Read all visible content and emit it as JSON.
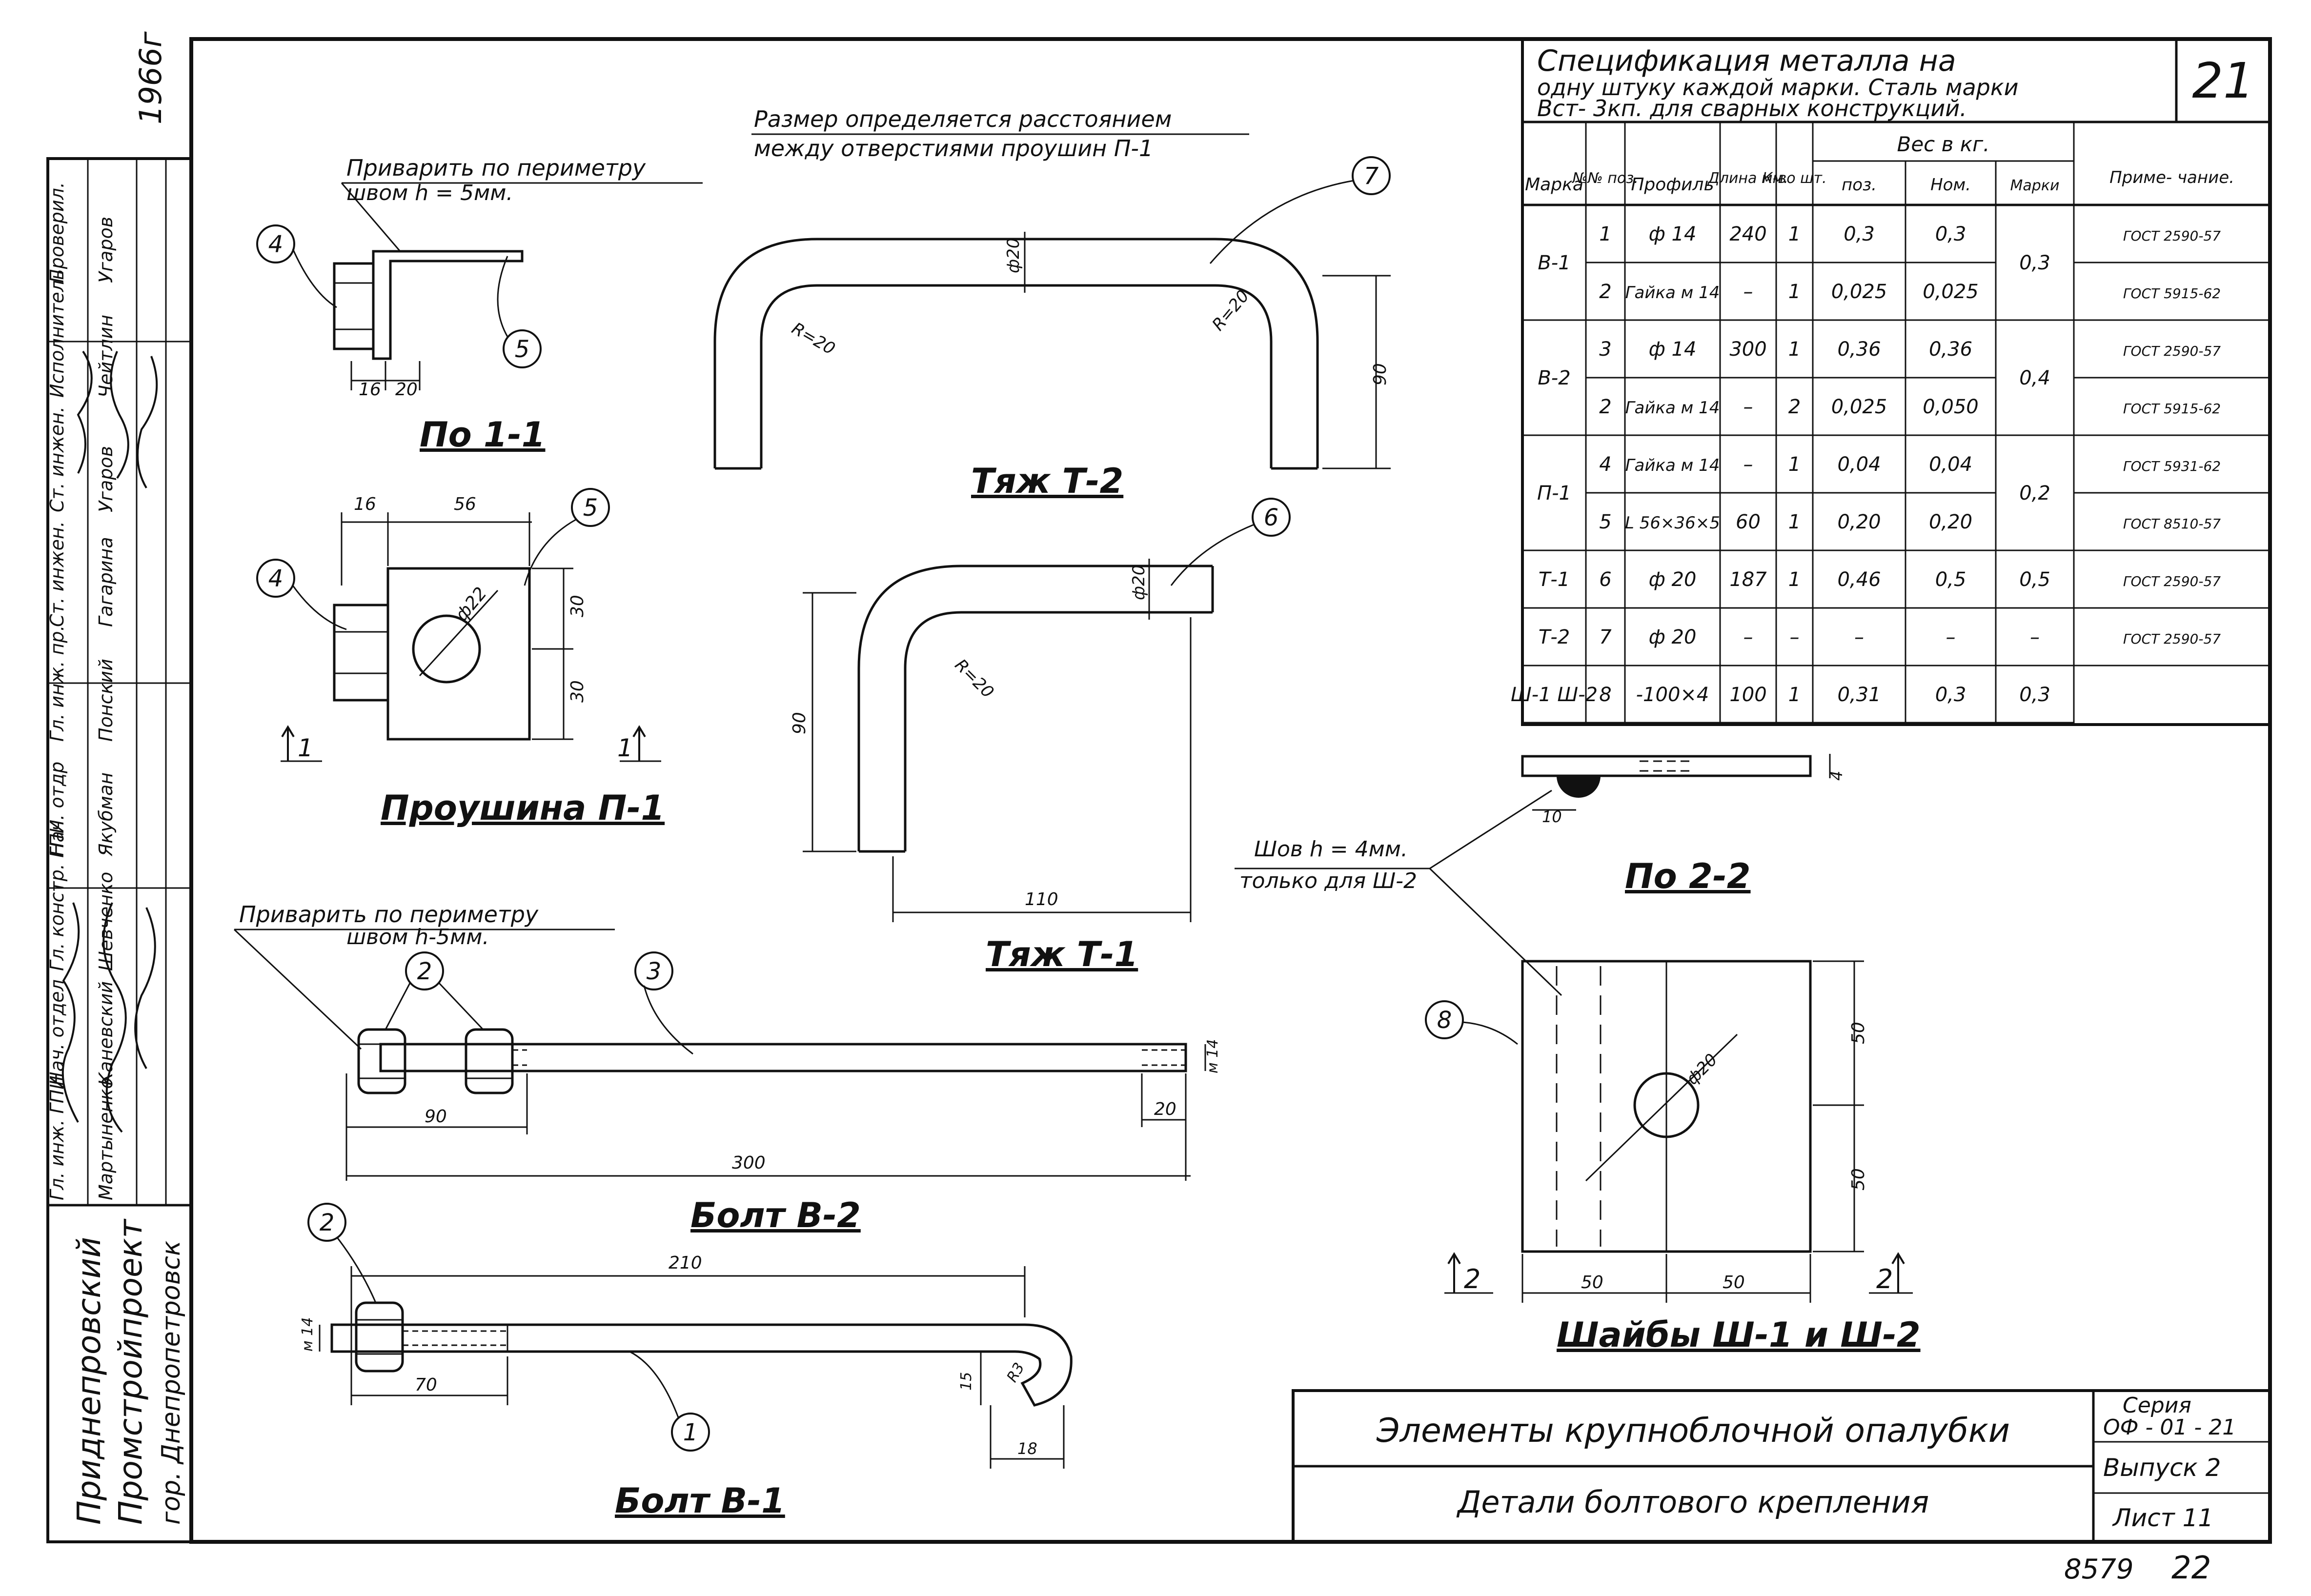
{
  "sheet_number": "21",
  "year_mark": "1966г",
  "footer_numbers": [
    "8579",
    "22"
  ],
  "spec": {
    "title_lines": [
      "Спецификация  металла  на",
      "одну штуку каждой марки. Сталь марки",
      "Вст- 3кп. для сварных  конструкций."
    ],
    "headers": {
      "mark": "Марка",
      "pos": "№№ поз.",
      "profile": "Профиль",
      "length": "Длина мм.",
      "qty": "К-во шт.",
      "weight": "Вес в кг.",
      "w_pos": "поз.",
      "w_nom": "Ном.",
      "w_mark": "Марки",
      "note": "Приме- чание."
    },
    "rows": [
      {
        "mark": "В-1",
        "pos": "1",
        "profile": "ф 14",
        "length": "240",
        "qty": "1",
        "w_pos": "0,3",
        "w_nom": "0,3",
        "w_mark": "0,3",
        "note": "ГОСТ 2590-57"
      },
      {
        "mark": "",
        "pos": "2",
        "profile": "Гайка м 14",
        "length": "–",
        "qty": "1",
        "w_pos": "0,025",
        "w_nom": "0,025",
        "w_mark": "",
        "note": "ГОСТ 5915-62"
      },
      {
        "mark": "В-2",
        "pos": "3",
        "profile": "ф 14",
        "length": "300",
        "qty": "1",
        "w_pos": "0,36",
        "w_nom": "0,36",
        "w_mark": "0,4",
        "note": "ГОСТ 2590-57"
      },
      {
        "mark": "",
        "pos": "2",
        "profile": "Гайка м 14",
        "length": "–",
        "qty": "2",
        "w_pos": "0,025",
        "w_nom": "0,050",
        "w_mark": "",
        "note": "ГОСТ 5915-62"
      },
      {
        "mark": "П-1",
        "pos": "4",
        "profile": "Гайка м 14",
        "length": "–",
        "qty": "1",
        "w_pos": "0,04",
        "w_nom": "0,04",
        "w_mark": "0,2",
        "note": "ГОСТ 5931-62"
      },
      {
        "mark": "",
        "pos": "5",
        "profile": "L 56×36×5",
        "length": "60",
        "qty": "1",
        "w_pos": "0,20",
        "w_nom": "0,20",
        "w_mark": "",
        "note": "ГОСТ 8510-57"
      },
      {
        "mark": "Т-1",
        "pos": "6",
        "profile": "ф 20",
        "length": "187",
        "qty": "1",
        "w_pos": "0,46",
        "w_nom": "0,5",
        "w_mark": "0,5",
        "note": "ГОСТ 2590-57"
      },
      {
        "mark": "Т-2",
        "pos": "7",
        "profile": "ф 20",
        "length": "–",
        "qty": "–",
        "w_pos": "–",
        "w_nom": "–",
        "w_mark": "–",
        "note": "ГОСТ 2590-57"
      },
      {
        "mark": "Ш-1 Ш-2",
        "pos": "8",
        "profile": "-100×4",
        "length": "100",
        "qty": "1",
        "w_pos": "0,31",
        "w_nom": "0,3",
        "w_mark": "0,3",
        "note": ""
      }
    ]
  },
  "stamp_left": {
    "org_lines": [
      "Приднепровский",
      "Промстройпроект",
      "гор. Днепропетровск"
    ],
    "roles": [
      "Гл. инж. ГПИ",
      "Нач. отдел",
      "Гл. констр. ГПИ",
      "Нач. отдр",
      "Гл. инж. пр.",
      "Ст. инжен.",
      "Ст. инжен.",
      "Исполнитель",
      "Проверил."
    ],
    "names": [
      "Мартыненко",
      "Каневский",
      "Шевченко",
      "Якубман",
      "Понский",
      "Гагарина",
      "Угаров",
      "Чейтлин",
      "Угаров"
    ]
  },
  "title_block": {
    "title": "Элементы крупноблочной опалубки",
    "subtitle": "Детали болтового крепления",
    "series_label": "Серия",
    "series_value": "ОФ - 01 - 21",
    "issue": "Выпуск  2",
    "sheet": "Лист  11"
  },
  "views": {
    "sec11": {
      "caption": "По 1-1",
      "note_line1": "Приварить по периметру",
      "note_line2": "швом  h = 5мм.",
      "dim_a": "16",
      "dim_b": "20",
      "callouts": [
        "4",
        "5"
      ]
    },
    "lug": {
      "caption": "Проушина П-1",
      "dim_a": "16",
      "dim_b": "56",
      "dim_c": "30",
      "dim_d": "30",
      "hole": "ф22",
      "cut_left": "1",
      "cut_right": "1",
      "callouts": [
        "4",
        "5"
      ]
    },
    "t2": {
      "caption": "Тяж  Т-2",
      "note_line1": "Размер определяется расстоянием",
      "note_line2": "между отверстиями проушин П-1",
      "dia": "ф20",
      "radius1": "R=20",
      "radius2": "R=20",
      "height": "90",
      "callouts": [
        "7"
      ]
    },
    "t1": {
      "caption": "Тяж  Т-1",
      "dia": "ф20",
      "radius": "R=20",
      "height": "90",
      "length": "110",
      "callouts": [
        "6"
      ]
    },
    "b2": {
      "caption": "Болт  В-2",
      "note_line1": "Приварить по периметру",
      "note_line2": "швом  h-5мм.",
      "dim_a": "90",
      "dim_b": "20",
      "dim_total": "300",
      "thread": "м 14",
      "callouts": [
        "2",
        "3"
      ]
    },
    "b1": {
      "caption": "Болт  В-1",
      "dim_a": "210",
      "dim_b": "70",
      "dim_c": "15",
      "dim_d": "18",
      "radius": "R3",
      "thread": "м 14",
      "callouts": [
        "2",
        "1"
      ]
    },
    "sec22": {
      "caption": "По 2-2",
      "dim_a": "10",
      "dim_b": "4",
      "weld_line1": "Шов h = 4мм.",
      "weld_line2": "только для Ш-2"
    },
    "washer": {
      "caption": "Шайбы Ш-1 и Ш-2",
      "hole": "ф20",
      "dim_a": "50",
      "dim_b": "50",
      "dim_c": "50",
      "dim_d": "50",
      "cut_left": "2",
      "cut_right": "2",
      "callouts": [
        "8"
      ]
    }
  }
}
